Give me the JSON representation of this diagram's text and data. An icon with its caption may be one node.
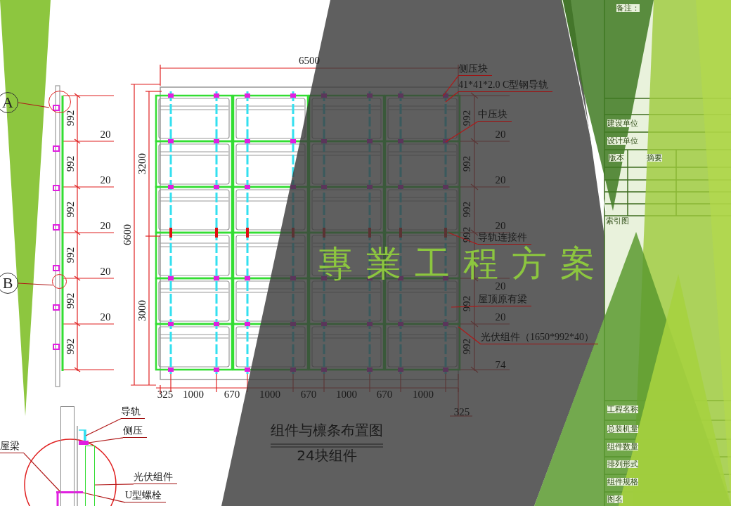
{
  "diagram": {
    "title": "專業工程方案",
    "nodes": [
      {
        "text": [
          "A"
        ]
      },
      {
        "text": [
          "B"
        ]
      },
      {
        "text": [],
        "shape": "circle"
      },
      {
        "text": [],
        "shape": "circle"
      },
      {
        "text": [
          "侧压块"
        ]
      },
      {
        "text": [
          "41*41*2.0 C型钢导轨"
        ]
      },
      {
        "text": [
          "中压块"
        ]
      },
      {
        "text": [
          "导轨连接件"
        ]
      },
      {
        "text": [
          "屋顶原有梁"
        ]
      },
      {
        "text": [
          "光伏组件（1650*992*40）"
        ]
      },
      {
        "text": [
          "导轨"
        ]
      },
      {
        "text": [
          "侧压"
        ]
      },
      {
        "text": [
          "光伏组件"
        ]
      },
      {
        "text": [
          "U型螺栓"
        ]
      },
      {
        "text": [
          "屋梁"
        ]
      },
      {
        "text": [],
        "shape": "bar"
      },
      {
        "text": [],
        "shape": "box"
      },
      {
        "text": [],
        "shape": "bar"
      },
      {
        "text": [],
        "shape": "bar"
      },
      {
        "text": [],
        "shape": "box"
      }
    ],
    "edges": [
      {
        "from": 0,
        "to": 2,
        "arrow": "none"
      },
      {
        "from": 1,
        "to": 3,
        "arrow": "none"
      },
      {
        "from": 4,
        "to": null,
        "arrow": "none"
      },
      {
        "from": 5,
        "to": null,
        "arrow": "none"
      },
      {
        "from": 6,
        "to": null,
        "arrow": "none"
      },
      {
        "from": 7,
        "to": null,
        "arrow": "none"
      },
      {
        "from": 8,
        "to": null,
        "arrow": "none"
      },
      {
        "from": 9,
        "to": null,
        "arrow": "none"
      },
      {
        "from": 10,
        "to": 18,
        "arrow": "none"
      },
      {
        "from": 11,
        "to": 17,
        "arrow": "none"
      },
      {
        "from": 12,
        "to": 19,
        "arrow": "none"
      },
      {
        "from": 13,
        "to": 15,
        "arrow": "none"
      },
      {
        "from": 14,
        "to": 16,
        "arrow": "none"
      }
    ],
    "labels": [
      "6500",
      "992",
      "20",
      "992",
      "20",
      "992",
      "20",
      "992",
      "20",
      "992",
      "20",
      "992",
      "6600",
      "3200",
      "3000",
      "992",
      "20",
      "992",
      "20",
      "992",
      "20",
      "992",
      "20",
      "992",
      "20",
      "992",
      "74",
      "325",
      "1000",
      "670",
      "1000",
      "670",
      "1000",
      "670",
      "1000",
      "325",
      "组件与檩条布置图",
      "24块组件",
      "备注：",
      "建设单位",
      "设计单位",
      "版本",
      "摘要",
      "索引图",
      "工程名称",
      "总装机量",
      "组件数量",
      "排列形式",
      "组件规格",
      "图名"
    ]
  }
}
